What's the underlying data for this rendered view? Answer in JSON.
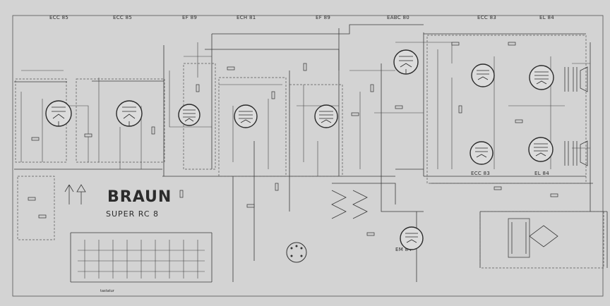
{
  "brand": "BRAUN",
  "model": "SUPER RC 8",
  "tubes_top": [
    {
      "key": "ecc85a",
      "label": "ECC 85"
    },
    {
      "key": "ecc85b",
      "label": "ECC 85"
    },
    {
      "key": "ef89",
      "label": "EF 89"
    },
    {
      "key": "ech81",
      "label": "ECH 81"
    },
    {
      "key": "ef89b",
      "label": "EF 89"
    },
    {
      "key": "eabc80",
      "label": "EABC 80"
    },
    {
      "key": "ecc83",
      "label": "ECC 83"
    },
    {
      "key": "el84a",
      "label": "EL 84"
    }
  ],
  "tubes_lower": [
    {
      "key": "ecc83b",
      "label": "ECC 83"
    },
    {
      "key": "el84b",
      "label": "EL 84"
    },
    {
      "key": "em84",
      "label": "EM 84"
    }
  ],
  "tastatur_label": "tastatur"
}
